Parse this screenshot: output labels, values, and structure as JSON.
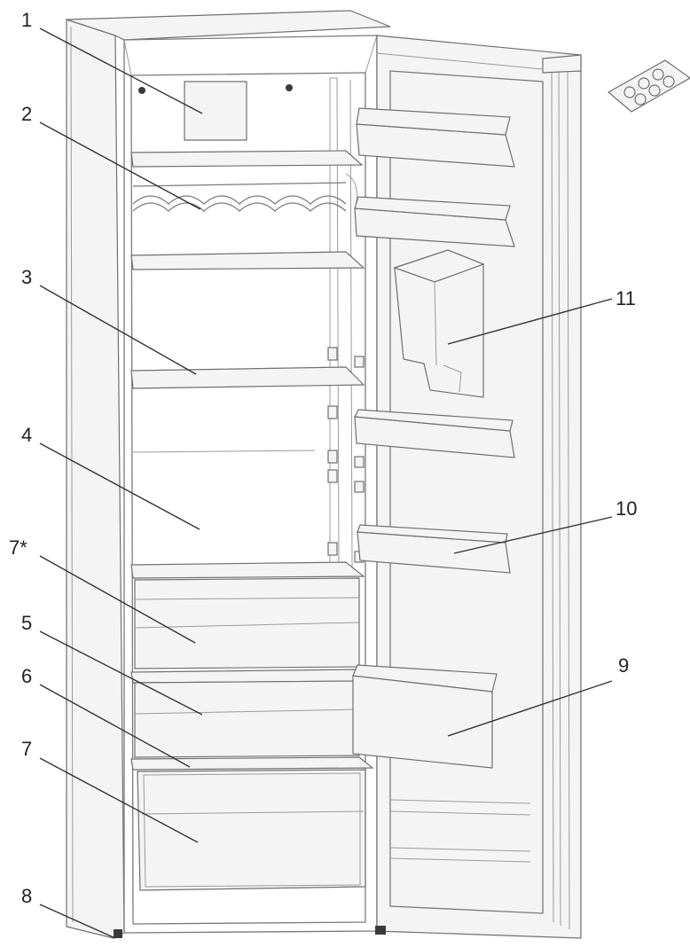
{
  "callouts": [
    {
      "id": "1",
      "label": "1"
    },
    {
      "id": "2",
      "label": "2"
    },
    {
      "id": "3",
      "label": "3"
    },
    {
      "id": "4",
      "label": "4"
    },
    {
      "id": "7star",
      "label": "7*"
    },
    {
      "id": "5",
      "label": "5"
    },
    {
      "id": "6",
      "label": "6"
    },
    {
      "id": "7",
      "label": "7"
    },
    {
      "id": "8",
      "label": "8"
    },
    {
      "id": "11",
      "label": "11"
    },
    {
      "id": "10",
      "label": "10"
    },
    {
      "id": "9",
      "label": "9"
    }
  ],
  "colors": {
    "line": "#7a7a7a",
    "fill": "#f4f4f4",
    "text": "#222222"
  }
}
